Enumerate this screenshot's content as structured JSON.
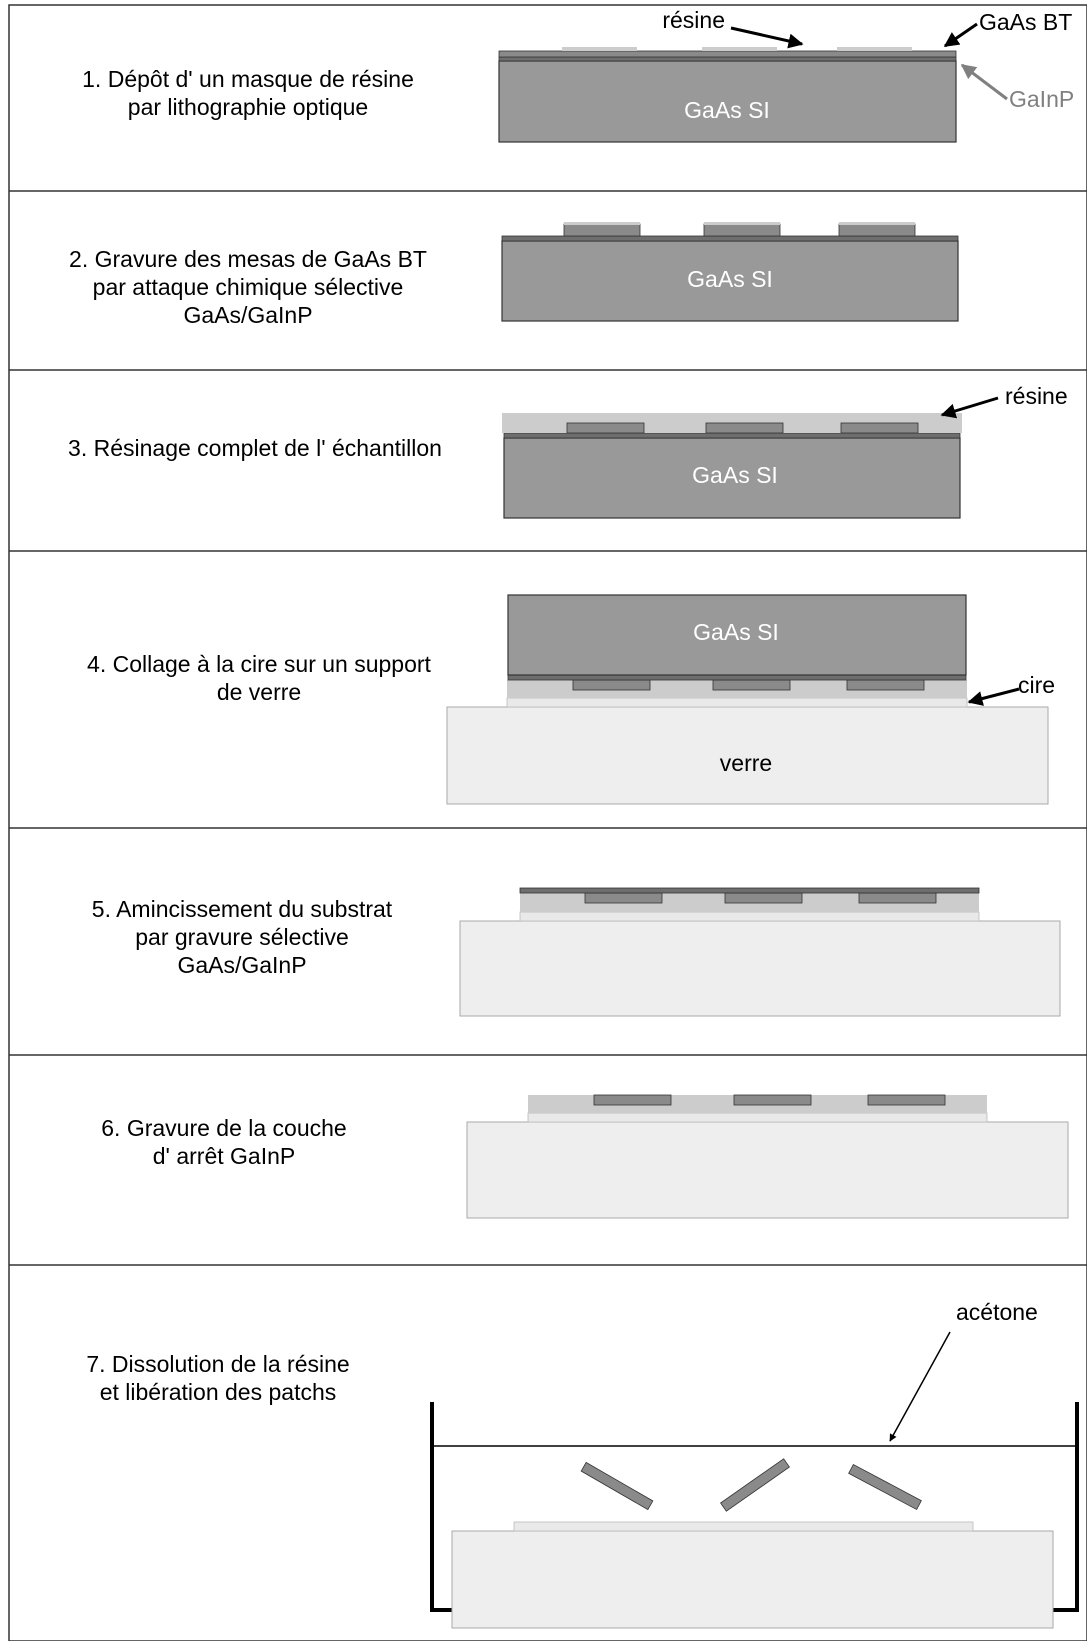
{
  "steps": [
    {
      "lines": [
        "1. Dépôt d'  un masque de résine",
        "par lithographie optique"
      ]
    },
    {
      "lines": [
        "2. Gravure des mesas de GaAs BT",
        "par attaque chimique sélective",
        "GaAs/GaInP"
      ]
    },
    {
      "lines": [
        "3. Résinage complet de l'  échantillon"
      ]
    },
    {
      "lines": [
        "4. Collage à la cire sur un support",
        "de verre"
      ]
    },
    {
      "lines": [
        "5. Amincissement du substrat",
        "par gravure sélective",
        "GaAs/GaInP"
      ]
    },
    {
      "lines": [
        "6. Gravure de la couche",
        "d'  arrêt GaInP"
      ]
    },
    {
      "lines": [
        "7. Dissolution de la résine",
        "et libération des patchs"
      ]
    }
  ],
  "labels": {
    "resine": "résine",
    "gaas_bt": "GaAs BT",
    "gainp": "GaInP",
    "gaas_si": "GaAs SI",
    "cire": "cire",
    "verre": "verre",
    "acetone": "acétone"
  },
  "colors": {
    "substrate": "#999999",
    "dark_layer": "#6e6e6e",
    "resin": "#cccccc",
    "wax": "#e9e9e9",
    "glass": "#eeeeee",
    "gainp_label": "#808080",
    "line": "#333333"
  }
}
